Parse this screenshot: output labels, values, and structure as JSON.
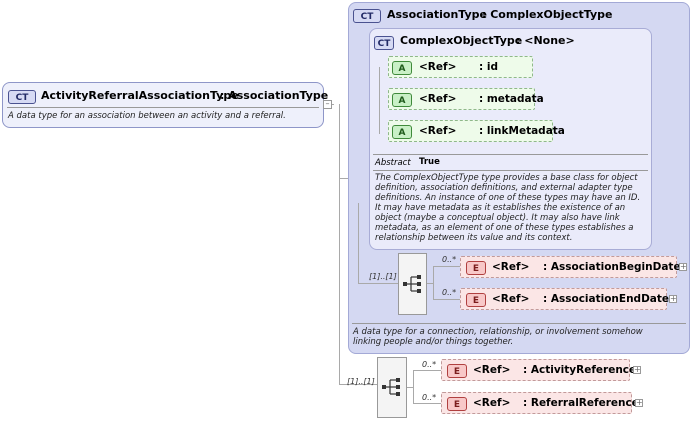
{
  "root": {
    "badge": "CT",
    "name": "ActivityReferralAssociationType",
    "base": ": AssociationType",
    "description": "A data type for an association between an activity and a referral."
  },
  "association_type": {
    "badge": "CT",
    "name": "AssociationType",
    "base": ": ComplexObjectType",
    "description": "A data type for a connection, relationship, or involvement somehow linking people and/or things together."
  },
  "complex_object_type": {
    "badge": "CT",
    "name": "ComplexObjectType",
    "base": ": <None>",
    "attributes": [
      {
        "badge": "A",
        "ref": "<Ref>",
        "name": ": id"
      },
      {
        "badge": "A",
        "ref": "<Ref>",
        "name": ": metadata"
      },
      {
        "badge": "A",
        "ref": "<Ref>",
        "name": ": linkMetadata"
      }
    ],
    "abstract_label": "Abstract",
    "abstract_value": "True",
    "description": "The ComplexObjectType type provides a base class for object definition, association definitions, and external adapter type definitions. An instance of one of these types may have an ID. It may have metadata as it establishes the existence of an object (maybe a conceptual object). It may also have link metadata, as an element of one of these types establishes a relationship between its value and its context."
  },
  "assoc_sequence": {
    "cardinality": "[1]..[1]",
    "elements": [
      {
        "badge": "E",
        "ref": "<Ref>",
        "name": ": AssociationBeginDate",
        "cardinality": "0..*",
        "expand": "+"
      },
      {
        "badge": "E",
        "ref": "<Ref>",
        "name": ": AssociationEndDate",
        "cardinality": "0..*",
        "expand": "+"
      }
    ]
  },
  "root_sequence": {
    "cardinality": "[1]..[1]",
    "elements": [
      {
        "badge": "E",
        "ref": "<Ref>",
        "name": ": ActivityReference",
        "cardinality": "0..*",
        "expand": "+"
      },
      {
        "badge": "E",
        "ref": "<Ref>",
        "name": ": ReferralReference",
        "cardinality": "0..*",
        "expand": "+"
      }
    ]
  },
  "colors": {
    "complex_type_fill": "#d4d8f2",
    "attribute_fill": "#eefbea",
    "element_fill": "#fbe6e6",
    "connector": "#a9a9a9"
  }
}
